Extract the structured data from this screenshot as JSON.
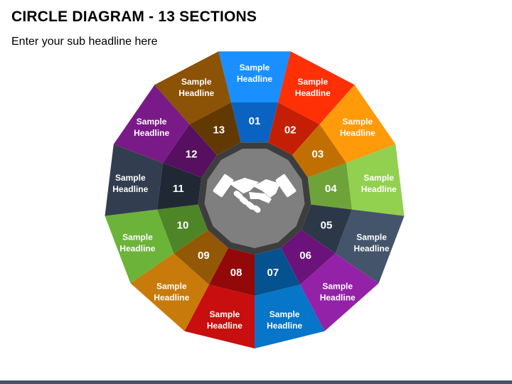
{
  "title": "CIRCLE DIAGRAM - 13 SECTIONS",
  "subtitle": "Enter your sub headline here",
  "center_icon": "handshake-icon",
  "colors": {
    "center_outer": "#3d3d3d",
    "center_inner": "#7f7f7f",
    "footer_bar": "#44546a"
  },
  "segments": [
    {
      "number": "01",
      "label_line1": "Sample",
      "label_line2": "Headline",
      "color": "#1a8fff",
      "number_color": "#0a63c0"
    },
    {
      "number": "02",
      "label_line1": "Sample",
      "label_line2": "Headline",
      "color": "#ff2f06",
      "number_color": "#c41f04"
    },
    {
      "number": "03",
      "label_line1": "Sample",
      "label_line2": "Headline",
      "color": "#ff9a0a",
      "number_color": "#c26f02"
    },
    {
      "number": "04",
      "label_line1": "Sample",
      "label_line2": "Headline",
      "color": "#92d050",
      "number_color": "#6ea33a"
    },
    {
      "number": "05",
      "label_line1": "Sample",
      "label_line2": "Headline",
      "color": "#44546a",
      "number_color": "#2c3847"
    },
    {
      "number": "06",
      "label_line1": "Sample",
      "label_line2": "Headline",
      "color": "#9422a8",
      "number_color": "#6b137a"
    },
    {
      "number": "07",
      "label_line1": "Sample",
      "label_line2": "Headline",
      "color": "#0775c8",
      "number_color": "#04528f"
    },
    {
      "number": "08",
      "label_line1": "Sample",
      "label_line2": "Headline",
      "color": "#c80e0e",
      "number_color": "#930808"
    },
    {
      "number": "09",
      "label_line1": "Sample",
      "label_line2": "Headline",
      "color": "#c87a0a",
      "number_color": "#935805"
    },
    {
      "number": "10",
      "label_line1": "Sample",
      "label_line2": "Headline",
      "color": "#6cb33a",
      "number_color": "#4e8526"
    },
    {
      "number": "11",
      "label_line1": "Sample",
      "label_line2": "Headline",
      "color": "#323e4f",
      "number_color": "#202833"
    },
    {
      "number": "12",
      "label_line1": "Sample",
      "label_line2": "Headline",
      "color": "#7a1a88",
      "number_color": "#56105f"
    },
    {
      "number": "13",
      "label_line1": "Sample",
      "label_line2": "Headline",
      "color": "#8c5206",
      "number_color": "#633903"
    }
  ]
}
